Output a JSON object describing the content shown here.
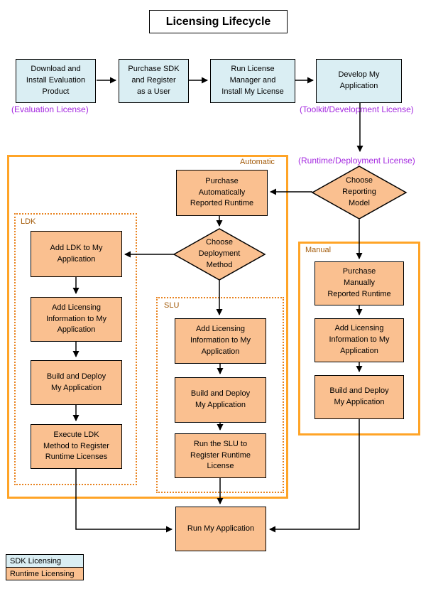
{
  "title": "Licensing Lifecycle",
  "sdk_flow": {
    "steps": [
      {
        "label": "Download and\nInstall Evaluation\nProduct"
      },
      {
        "label": "Purchase SDK\nand Register\nas a User"
      },
      {
        "label": "Run License\nManager and\nInstall My License"
      },
      {
        "label": "Develop My\nApplication"
      }
    ],
    "license_labels": {
      "evaluation": "(Evaluation License)",
      "toolkit": "(Toolkit/Development License)",
      "runtime": "(Runtime/Deployment License)"
    }
  },
  "decisions": {
    "reporting": "Choose\nReporting\nModel",
    "deployment": "Choose\nDeployment\nMethod"
  },
  "containers": {
    "automatic": "Automatic",
    "ldk": "LDK",
    "slu": "SLU",
    "manual": "Manual"
  },
  "runtime_flow": {
    "purchase_auto": "Purchase\nAutomatically\nReported Runtime",
    "add_ldk": "Add LDK to My\nApplication",
    "ldk_add_licensing": "Add Licensing\nInformation to My\nApplication",
    "ldk_build_deploy": "Build and Deploy\nMy Application",
    "execute_ldk": "Execute LDK\nMethod to Register\nRuntime Licenses",
    "slu_add_licensing": "Add Licensing\nInformation to My\nApplication",
    "slu_build_deploy": "Build and Deploy\nMy Application",
    "run_slu": "Run the SLU to\nRegister Runtime\nLicense",
    "purchase_manual": "Purchase\nManually\nReported Runtime",
    "manual_add_licensing": "Add Licensing\nInformation to My\nApplication",
    "manual_build_deploy": "Build and Deploy\nMy Application",
    "run_app": "Run My Application"
  },
  "legend": {
    "sdk": "SDK Licensing",
    "runtime": "Runtime Licensing"
  },
  "colors": {
    "sdk_fill": "#DAEEF3",
    "runtime_fill": "#FAC090",
    "container_solid_border": "#FFA427",
    "container_dotted_border": "#E8821E",
    "section_label_text": "#A35B0A",
    "license_label_text": "#A428E0"
  }
}
